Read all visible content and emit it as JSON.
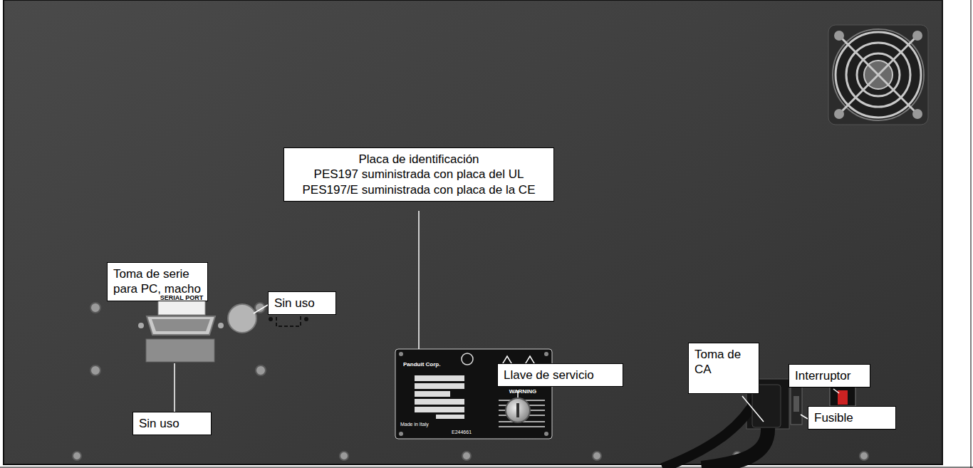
{
  "diagram": {
    "nodes": [
      {
        "text": [
          "Placa de identificación",
          "PES197 suministrada con placa del UL",
          "PES197/E suministrada con placa de la CE"
        ]
      },
      {
        "text": [
          "Toma de serie para PC, macho"
        ]
      },
      {
        "text": [
          "Sin uso"
        ]
      },
      {
        "text": [
          "Toma de CA"
        ]
      },
      {
        "text": [
          "Llave de servicio"
        ]
      },
      {
        "text": [
          "Interruptor"
        ]
      },
      {
        "text": [
          "Fusible"
        ]
      },
      {
        "text": [
          "Sin uso"
        ]
      }
    ],
    "labels": [
      "SERIAL PORT",
      "Panduit Corp.",
      "WARNING",
      "Made in Italy",
      "E244661"
    ]
  }
}
